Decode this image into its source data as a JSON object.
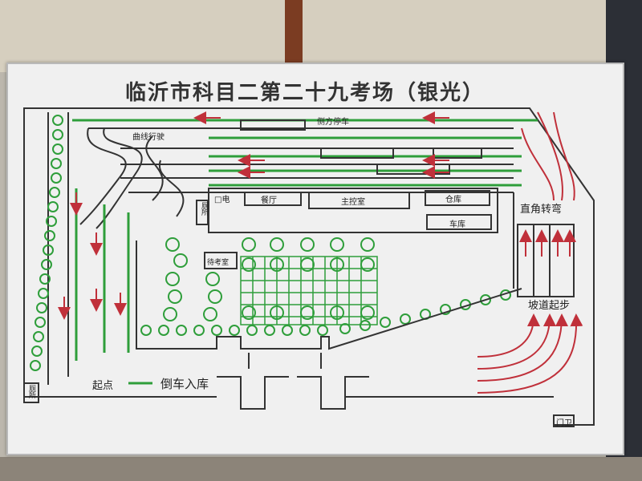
{
  "map": {
    "title": "临沂市科目二第二十九考场（银光）",
    "labels": {
      "side_parking": "侧方停车",
      "curve_driving": "曲线行驶",
      "power": "□电",
      "restroom_top": "厕所",
      "canteen": "餐厅",
      "control_room": "主控室",
      "warehouse": "仓库",
      "garage": "车库",
      "right_angle_turn": "直角转弯",
      "waiting_room": "待考室",
      "hill_start": "坡道起步",
      "start_point": "起点",
      "reverse_parking": "倒车入库",
      "restroom_bottom": "厕所",
      "gate": "门卫"
    },
    "colors": {
      "lane_line": "#2e9e3a",
      "arrow": "#c0303a",
      "border": "#333333"
    }
  }
}
